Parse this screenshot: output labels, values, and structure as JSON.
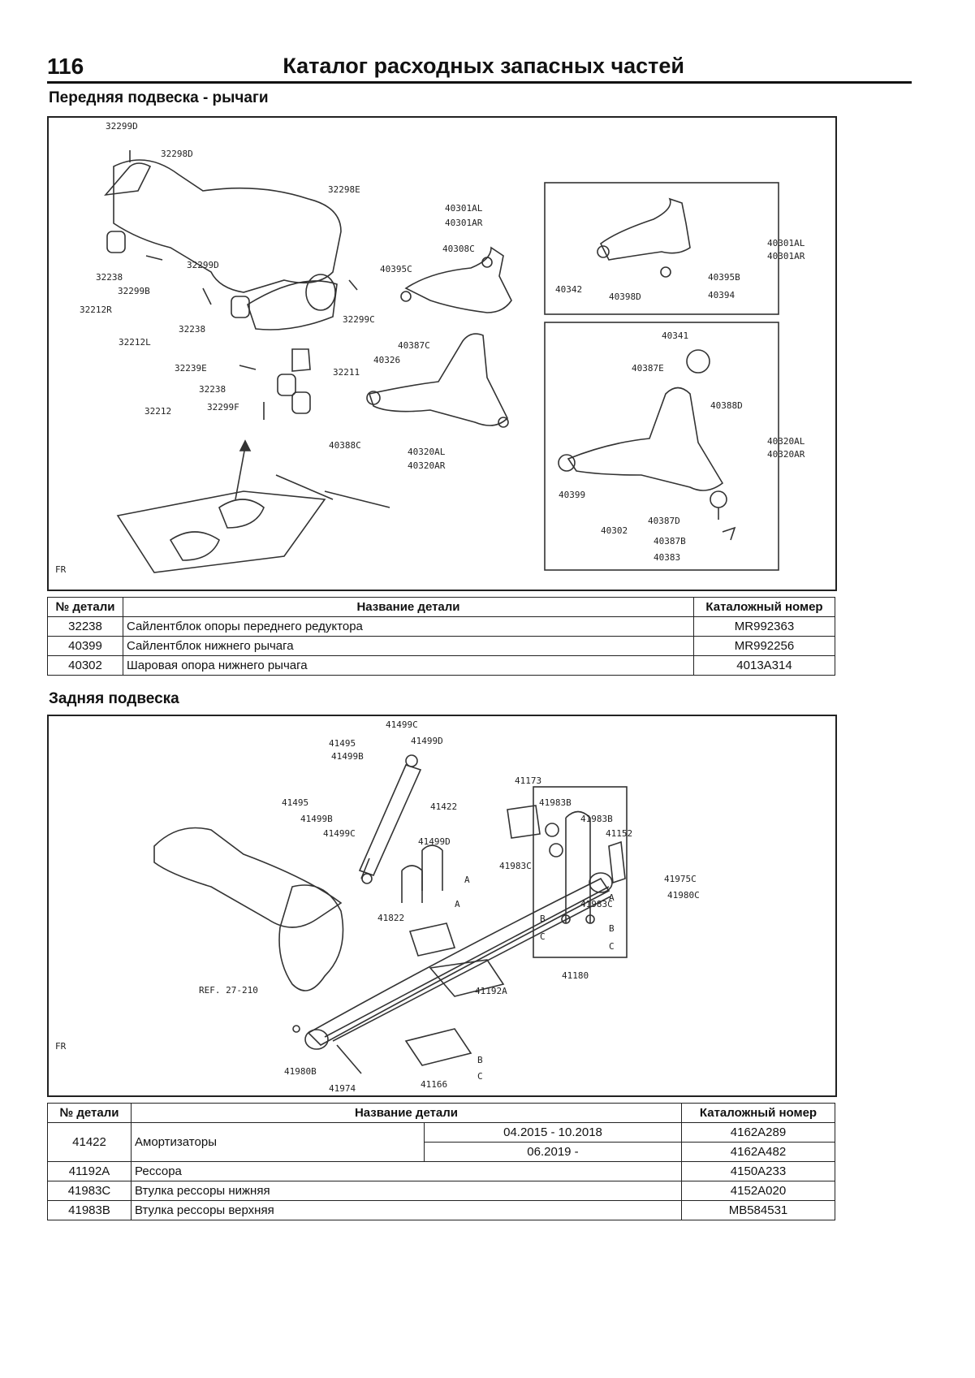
{
  "header": {
    "page_number": "116",
    "title": "Каталог расходных запасных частей"
  },
  "front": {
    "title": "Передняя подвеска - рычаги",
    "callouts": {
      "c32299D_top": "32299D",
      "c32298D": "32298D",
      "c32298E": "32298E",
      "c32238_a": "32238",
      "c32299B": "32299B",
      "c32212R": "32212R",
      "c32299D_mid": "32299D",
      "c32238_b": "32238",
      "c32212L": "32212L",
      "c32299C": "32299C",
      "c32239E": "32239E",
      "c32211": "32211",
      "c32238_c": "32238",
      "c32212": "32212",
      "c32299F": "32299F",
      "c40301AL": "40301AL",
      "c40301AR": "40301AR",
      "c40308C": "40308C",
      "c40395C": "40395C",
      "c40387C": "40387C",
      "c40326": "40326",
      "c40388C": "40388C",
      "c40320AL": "40320AL",
      "c40320AR": "40320AR",
      "fr": "FR",
      "b1_40301AL": "40301AL",
      "b1_40301AR": "40301AR",
      "b1_40395B": "40395B",
      "b1_40342": "40342",
      "b1_40398D": "40398D",
      "b1_40394": "40394",
      "b2_40341": "40341",
      "b2_40387E": "40387E",
      "b2_40388D": "40388D",
      "b2_40320AL": "40320AL",
      "b2_40320AR": "40320AR",
      "b2_40399": "40399",
      "b2_40387D": "40387D",
      "b2_40302": "40302",
      "b2_40387B": "40387B",
      "b2_40383": "40383"
    },
    "table": {
      "headers": [
        "№ детали",
        "Название детали",
        "Каталожный номер"
      ],
      "rows": [
        [
          "32238",
          "Сайлентблок опоры переднего редуктора",
          "MR992363"
        ],
        [
          "40399",
          "Сайлентблок нижнего рычага",
          "MR992256"
        ],
        [
          "40302",
          "Шаровая опора нижнего рычага",
          "4013A314"
        ]
      ]
    }
  },
  "rear": {
    "title": "Задняя подвеска",
    "callouts": {
      "c41499C_top": "41499C",
      "c41495_top": "41495",
      "c41499D_top": "41499D",
      "c41499B_top": "41499B",
      "c41422": "41422",
      "c41495": "41495",
      "c41499B": "41499B",
      "c41499C": "41499C",
      "c41499D": "41499D",
      "cA1": "A",
      "cA2": "A",
      "c41822": "41822",
      "c41173": "41173",
      "c41983B_1": "41983B",
      "c41983B_2": "41983B",
      "c41152": "41152",
      "c41983C_1": "41983C",
      "c41975C": "41975C",
      "c41983C_2": "41983C",
      "c41980C": "41980C",
      "cREF": "REF. 27-210",
      "c41192A": "41192A",
      "c41980B": "41980B",
      "c41974": "41974",
      "c41166": "41166",
      "cB": "B",
      "cC": "C",
      "fr": "FR",
      "box_A": "A",
      "box_B1": "B",
      "box_C1": "C",
      "box_B2": "B",
      "box_C2": "C",
      "box_41180": "41180"
    },
    "table": {
      "headers": [
        "№ детали",
        "Название детали",
        "Каталожный номер"
      ],
      "rows": [
        {
          "num": "41422",
          "name": "Амортизаторы",
          "periods": [
            "04.2015 - 10.2018",
            "06.2019 -"
          ],
          "codes": [
            "4162A289",
            "4162A482"
          ]
        },
        {
          "num": "41192A",
          "name": "Рессора",
          "code": "4150A233"
        },
        {
          "num": "41983C",
          "name": "Втулка рессоры нижняя",
          "code": "4152A020"
        },
        {
          "num": "41983B",
          "name": "Втулка рессоры верхняя",
          "code": "MB584531"
        }
      ]
    }
  }
}
